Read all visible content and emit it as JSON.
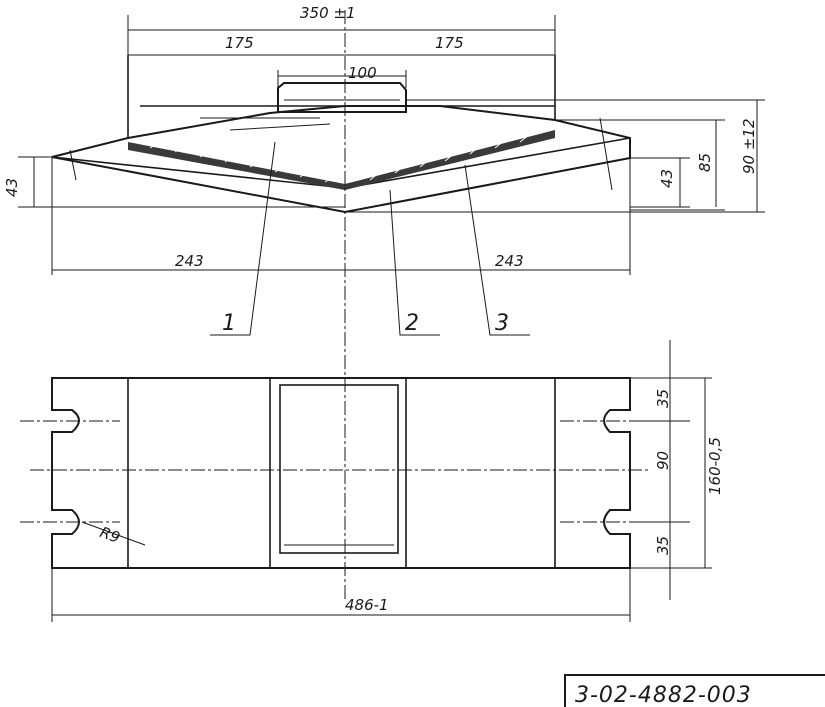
{
  "dimensions": {
    "overall_top": "350 ±1",
    "half_left": "175",
    "half_right": "175",
    "pad_width": "100",
    "left_end_height": "43",
    "right_end_height": "43",
    "height_85": "85",
    "height_total": "90 ±12",
    "slope_left": "243",
    "slope_right": "243",
    "edge_top": "35",
    "edge_bottom": "35",
    "slot_spacing": "90",
    "plan_width": "160-0,5",
    "overall_length": "486-1",
    "radius": "R9"
  },
  "callouts": [
    "1",
    "2",
    "3"
  ],
  "document_number": "3-02-4882-003"
}
